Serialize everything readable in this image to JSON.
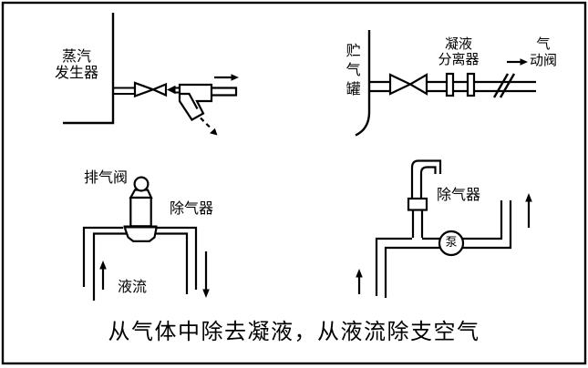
{
  "figure": {
    "type": "piping-diagram",
    "background": "#ffffff",
    "line_color": "#000000",
    "border_color": "#000000"
  },
  "caption": "从气体中除去凝液，从液流除支空气",
  "labels": {
    "steam_gen_1": "蒸汽",
    "steam_gen_2": "发生器",
    "storage_tank": "贮气罐",
    "separator_1": "凝液",
    "separator_2": "分离器",
    "pneumatic_1": "气",
    "pneumatic_2": "动阀",
    "exhaust_valve": "排气阀",
    "deaerator_left": "除气器",
    "liquid_flow": "液流",
    "deaerator_right": "除气器",
    "pump": "泵"
  },
  "symbols": {
    "valve": "bowtie-valve-icon",
    "separator_flanges": "separator-flange-icon",
    "pipe_break": "pipe-break-icon",
    "steam_trap": "steam-trap-icon",
    "air_vent": "air-vent-icon",
    "pump": "pump-icon",
    "flow_arrow": "flow-arrow-icon"
  }
}
